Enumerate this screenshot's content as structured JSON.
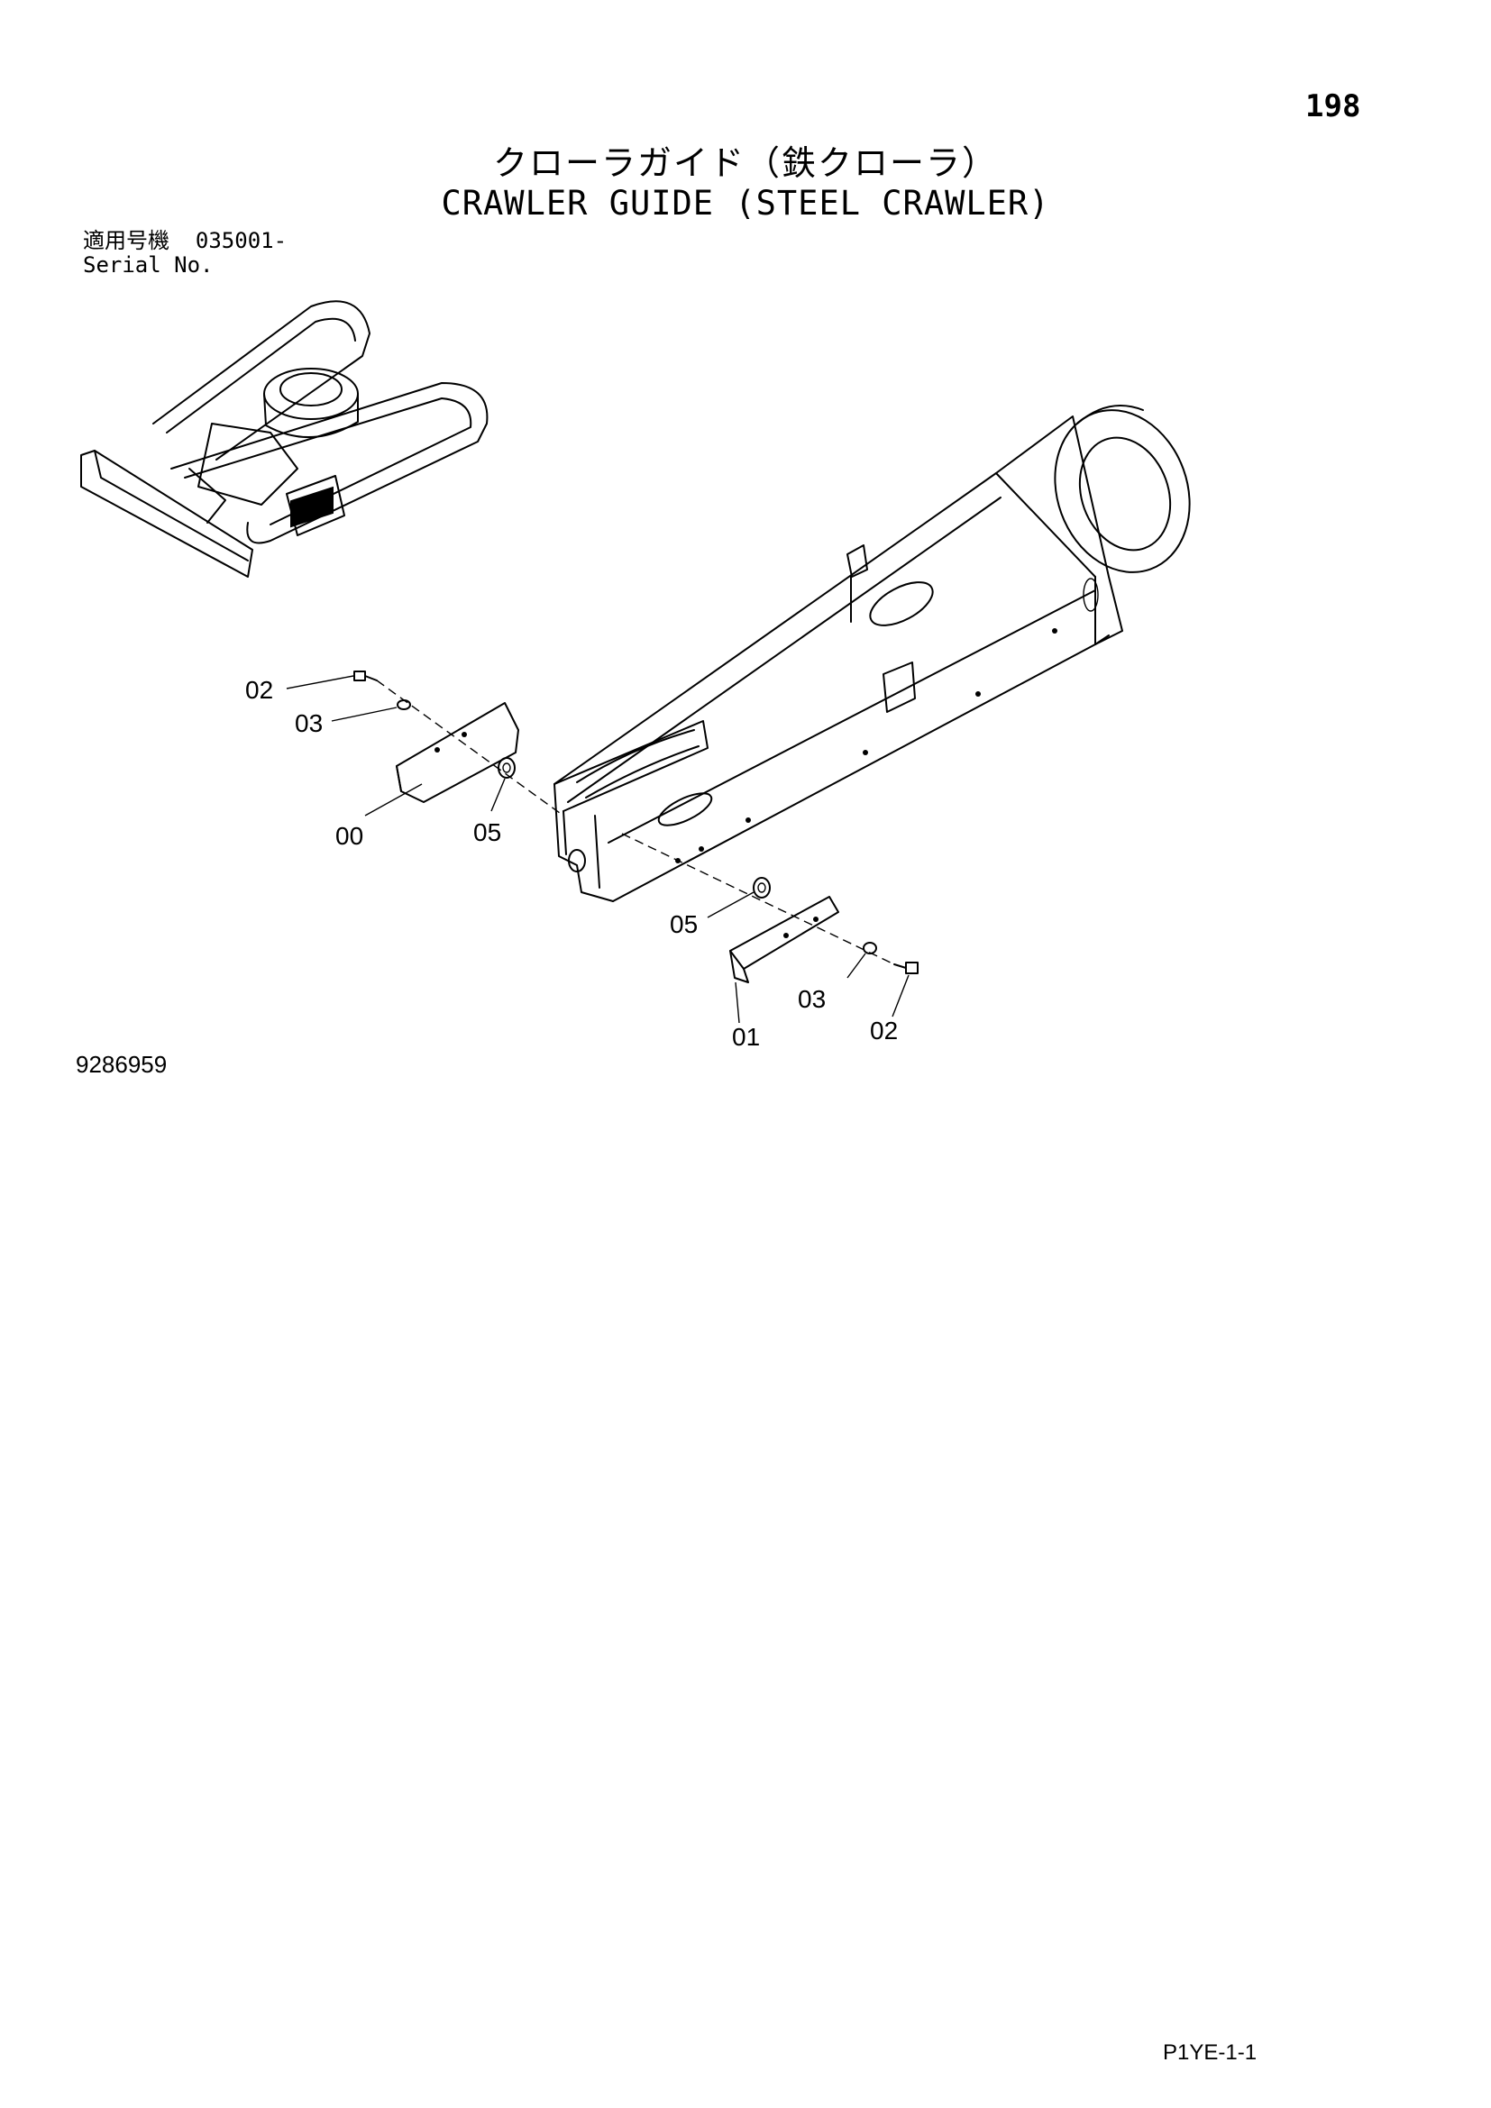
{
  "page_number": "198",
  "title_jp": "クローラガイド（鉄クローラ）",
  "title_en": "CRAWLER GUIDE (STEEL CRAWLER)",
  "serial": {
    "label_jp": "適用号機",
    "value": "035001-",
    "label_en": "Serial No."
  },
  "callouts": {
    "c02_left": "02",
    "c03_left": "03",
    "c00": "00",
    "c05_left": "05",
    "c05_right": "05",
    "c03_right": "03",
    "c01": "01",
    "c02_right": "02"
  },
  "drawing_number": "9286959",
  "page_code": "P1YE-1-1"
}
